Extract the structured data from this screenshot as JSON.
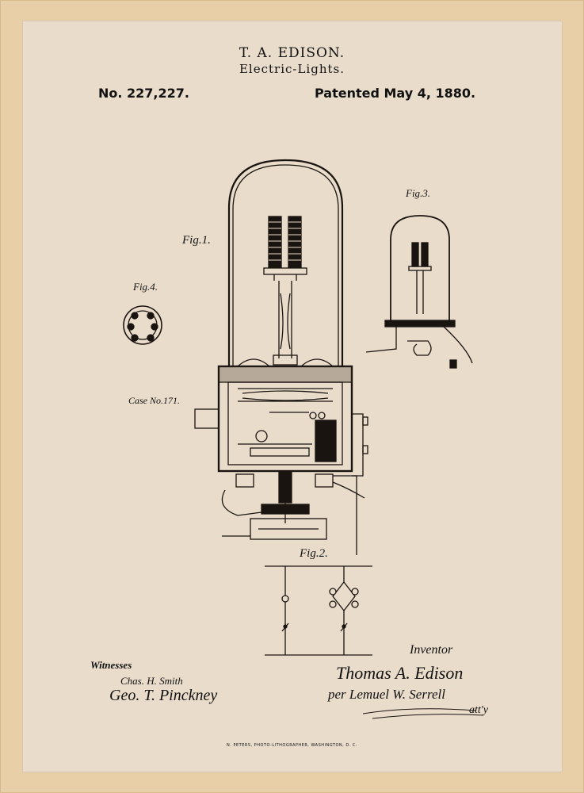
{
  "header": {
    "inventor_name": "T. A. EDISON.",
    "invention": "Electric-Lights.",
    "patent_number": "No. 227,227.",
    "patent_date": "Patented May 4, 1880."
  },
  "figures": {
    "fig1": "Fig.1.",
    "fig2": "Fig.2.",
    "fig3": "Fig.3.",
    "fig4": "Fig.4."
  },
  "case_label": "Case No.171.",
  "witnesses": {
    "label": "Witnesses",
    "names": [
      "Chas. H. Smith",
      "Geo. T. Pinckney"
    ]
  },
  "inventor_block": {
    "label": "Inventor",
    "signature": "Thomas A. Edison",
    "attorney": "per Lemuel W. Serrell",
    "attorney_suffix": "att'y"
  },
  "footer": "N. PETERS, PHOTO-LITHOGRAPHER, WASHINGTON, D. C."
}
